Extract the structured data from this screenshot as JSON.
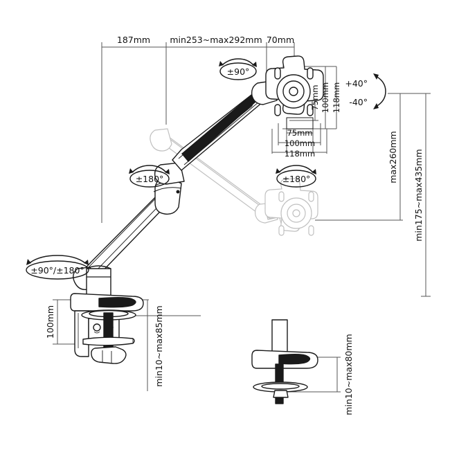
{
  "drawing": {
    "title": "Monitor Desk Mount Arm Dimensional Drawing",
    "colors": {
      "line": "#1a1a1a",
      "dim_line": "#555555",
      "ghost": "#bbbbbb",
      "background": "#ffffff"
    },
    "dimensions": {
      "top": [
        {
          "key": "top_187",
          "label": "187mm"
        },
        {
          "key": "top_extension",
          "label": "min253~max292mm"
        },
        {
          "key": "top_70",
          "label": "70mm"
        }
      ],
      "vesa_vertical": [
        {
          "key": "vesa_v_75",
          "label": "75mm"
        },
        {
          "key": "vesa_v_100",
          "label": "100mm"
        },
        {
          "key": "vesa_v_118",
          "label": "118mm"
        }
      ],
      "vesa_horizontal": [
        {
          "key": "vesa_h_75",
          "label": "75mm"
        },
        {
          "key": "vesa_h_100",
          "label": "100mm"
        },
        {
          "key": "vesa_h_118",
          "label": "118mm"
        }
      ],
      "right": [
        {
          "key": "right_max260",
          "label": "max260mm"
        },
        {
          "key": "right_range",
          "label": "min175~max435mm"
        }
      ],
      "clamp": [
        {
          "key": "clamp_100",
          "label": "100mm"
        },
        {
          "key": "clamp_thickness",
          "label": "min10~max85mm"
        }
      ],
      "grommet": [
        {
          "key": "grommet_thickness",
          "label": "min10~max80mm"
        }
      ]
    },
    "angles": [
      {
        "key": "head_tilt_rotate",
        "label": "±90°"
      },
      {
        "key": "elbow_rotate",
        "label": "±180°"
      },
      {
        "key": "head_rotate",
        "label": "±180°"
      },
      {
        "key": "tilt_up",
        "label": "+40°"
      },
      {
        "key": "tilt_down",
        "label": "-40°"
      },
      {
        "key": "base_rotate",
        "label": "±90°/±180°"
      }
    ]
  }
}
